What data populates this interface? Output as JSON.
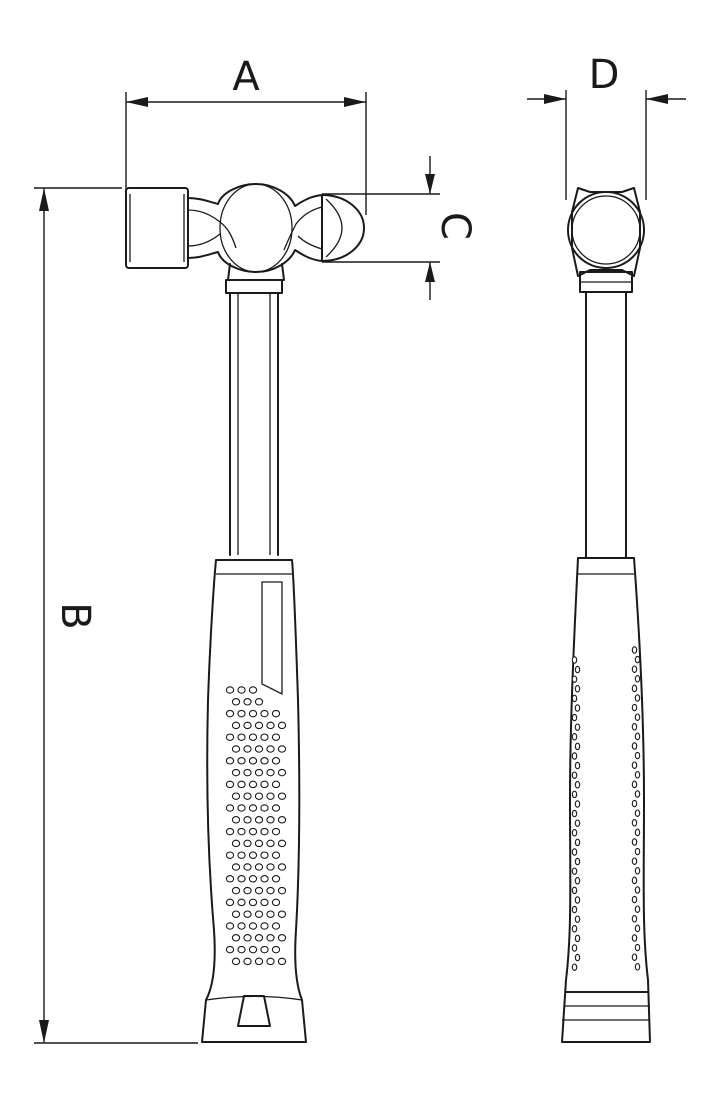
{
  "labels": {
    "a": "A",
    "b": "B",
    "c": "C",
    "d": "D"
  },
  "colors": {
    "line": "#1a1a1a",
    "background": "#ffffff"
  }
}
